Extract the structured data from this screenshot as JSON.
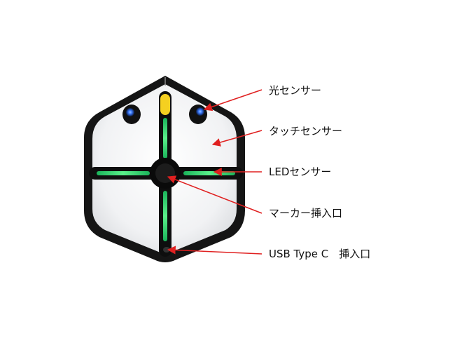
{
  "diagram": {
    "labels": {
      "light_sensor": "光センサー",
      "touch_sensor": "タッチセンサー",
      "led_sensor": "LEDセンサー",
      "marker_slot": "マーカー挿入口",
      "usb_port": "USB Type C　挿入口"
    },
    "colors": {
      "body_outline": "#1a1a1a",
      "face": "#f4f5f7",
      "led_green": "#2ee06a",
      "led_yellow": "#f5d020",
      "sensor_blue": "#3b7bff",
      "arrow": "#e02020"
    }
  }
}
